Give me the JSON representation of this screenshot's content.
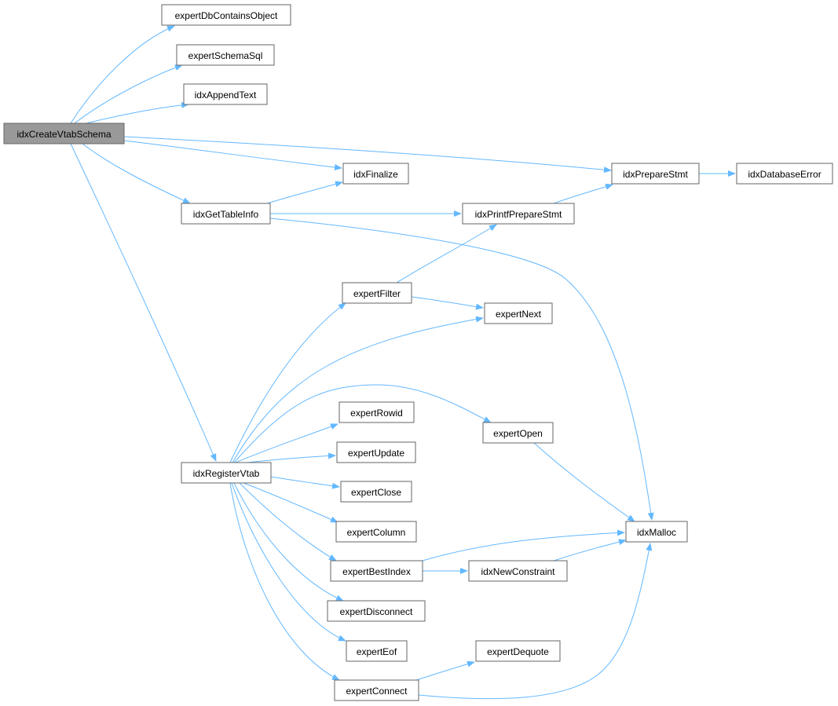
{
  "graph": {
    "edge_color": "#63b8ff",
    "node_border_color": "#666666",
    "root_fill_color": "#999999",
    "nodes": [
      {
        "id": "root",
        "label": "idxCreateVtabSchema",
        "is_root": true
      },
      {
        "id": "dbcont",
        "label": "expertDbContainsObject"
      },
      {
        "id": "schemasql",
        "label": "expertSchemaSql"
      },
      {
        "id": "append",
        "label": "idxAppendText"
      },
      {
        "id": "finalize",
        "label": "idxFinalize"
      },
      {
        "id": "prepstmt",
        "label": "idxPrepareStmt"
      },
      {
        "id": "dberr",
        "label": "idxDatabaseError"
      },
      {
        "id": "gettable",
        "label": "idxGetTableInfo"
      },
      {
        "id": "printf",
        "label": "idxPrintfPrepareStmt"
      },
      {
        "id": "filter",
        "label": "expertFilter"
      },
      {
        "id": "next",
        "label": "expertNext"
      },
      {
        "id": "rowid",
        "label": "expertRowid"
      },
      {
        "id": "open",
        "label": "expertOpen"
      },
      {
        "id": "update",
        "label": "expertUpdate"
      },
      {
        "id": "regvtab",
        "label": "idxRegisterVtab"
      },
      {
        "id": "close",
        "label": "expertClose"
      },
      {
        "id": "column",
        "label": "expertColumn"
      },
      {
        "id": "malloc",
        "label": "idxMalloc"
      },
      {
        "id": "bestindex",
        "label": "expertBestIndex"
      },
      {
        "id": "newcons",
        "label": "idxNewConstraint"
      },
      {
        "id": "disconnect",
        "label": "expertDisconnect"
      },
      {
        "id": "eof",
        "label": "expertEof"
      },
      {
        "id": "dequote",
        "label": "expertDequote"
      },
      {
        "id": "connect",
        "label": "expertConnect"
      }
    ],
    "edges": [
      {
        "from": "root",
        "to": "dbcont"
      },
      {
        "from": "root",
        "to": "schemasql"
      },
      {
        "from": "root",
        "to": "append"
      },
      {
        "from": "root",
        "to": "prepstmt"
      },
      {
        "from": "root",
        "to": "finalize"
      },
      {
        "from": "root",
        "to": "gettable"
      },
      {
        "from": "root",
        "to": "regvtab"
      },
      {
        "from": "prepstmt",
        "to": "dberr"
      },
      {
        "from": "gettable",
        "to": "finalize"
      },
      {
        "from": "gettable",
        "to": "printf"
      },
      {
        "from": "gettable",
        "to": "malloc"
      },
      {
        "from": "printf",
        "to": "prepstmt"
      },
      {
        "from": "filter",
        "to": "printf"
      },
      {
        "from": "filter",
        "to": "next"
      },
      {
        "from": "regvtab",
        "to": "filter"
      },
      {
        "from": "regvtab",
        "to": "next"
      },
      {
        "from": "regvtab",
        "to": "open"
      },
      {
        "from": "regvtab",
        "to": "rowid"
      },
      {
        "from": "regvtab",
        "to": "update"
      },
      {
        "from": "regvtab",
        "to": "close"
      },
      {
        "from": "regvtab",
        "to": "column"
      },
      {
        "from": "regvtab",
        "to": "bestindex"
      },
      {
        "from": "regvtab",
        "to": "disconnect"
      },
      {
        "from": "regvtab",
        "to": "eof"
      },
      {
        "from": "regvtab",
        "to": "connect"
      },
      {
        "from": "open",
        "to": "malloc"
      },
      {
        "from": "bestindex",
        "to": "malloc"
      },
      {
        "from": "bestindex",
        "to": "newcons"
      },
      {
        "from": "newcons",
        "to": "malloc"
      },
      {
        "from": "connect",
        "to": "dequote"
      },
      {
        "from": "connect",
        "to": "malloc"
      }
    ]
  }
}
